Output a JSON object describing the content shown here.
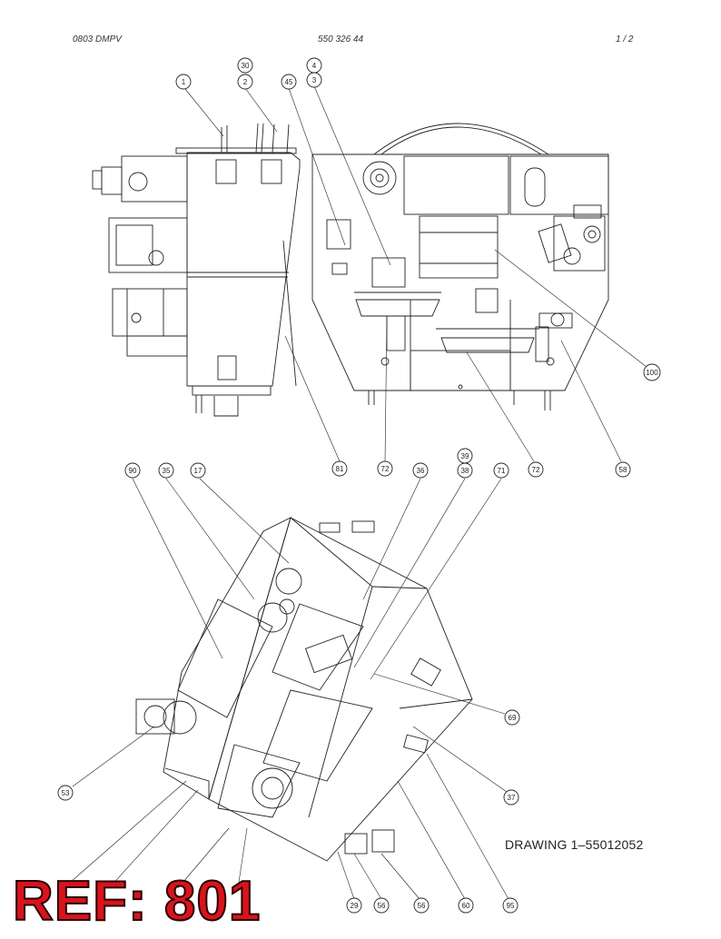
{
  "header": {
    "left": "0803 DMPV",
    "center": "550 326 44",
    "right": "1 /   2"
  },
  "drawing_title": "DRAWING 1–55012052",
  "ref_stamp": "REF: 801",
  "callouts": [
    {
      "label": "1"
    },
    {
      "label": "30"
    },
    {
      "label": "2"
    },
    {
      "label": "45"
    },
    {
      "label": "4"
    },
    {
      "label": "3"
    },
    {
      "label": "100"
    },
    {
      "label": "81"
    },
    {
      "label": "72"
    },
    {
      "label": "72"
    },
    {
      "label": "58"
    },
    {
      "label": "90"
    },
    {
      "label": "35"
    },
    {
      "label": "17"
    },
    {
      "label": "36"
    },
    {
      "label": "39"
    },
    {
      "label": "38"
    },
    {
      "label": "71"
    },
    {
      "label": "69"
    },
    {
      "label": "53"
    },
    {
      "label": "37"
    },
    {
      "label": "29"
    },
    {
      "label": "56"
    },
    {
      "label": "56"
    },
    {
      "label": "60"
    },
    {
      "label": "95"
    }
  ],
  "colors": {
    "line": "#222222",
    "stamp": "#d8141c"
  }
}
